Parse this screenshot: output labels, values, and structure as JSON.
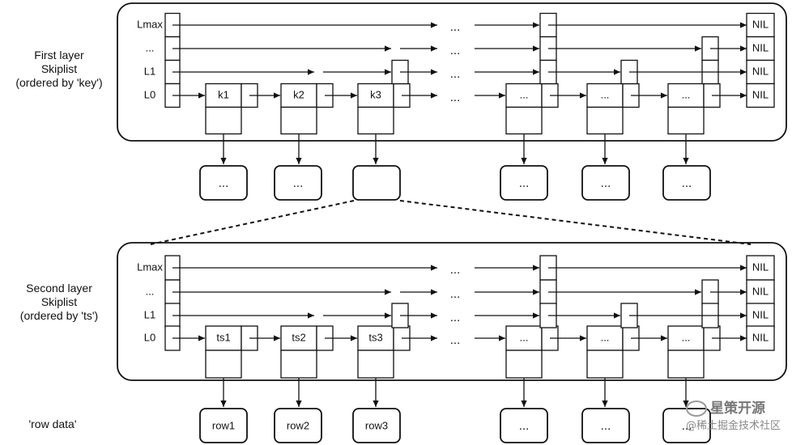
{
  "layers": [
    {
      "id": "first",
      "label_lines": [
        "First layer",
        "Skiplist",
        "(ordered by 'key')"
      ],
      "level_labels": [
        "Lmax",
        "...",
        "L1",
        "L0"
      ],
      "node_keys": [
        "k1",
        "k2",
        "k3",
        "...",
        "...",
        "..."
      ],
      "nil_label": "NIL",
      "gap_label": "...",
      "targets": [
        "...",
        "...",
        "",
        "...",
        "...",
        "..."
      ]
    },
    {
      "id": "second",
      "label_lines": [
        "Second layer",
        "Skiplist",
        "(ordered by 'ts')"
      ],
      "level_labels": [
        "Lmax",
        "...",
        "L1",
        "L0"
      ],
      "node_keys": [
        "ts1",
        "ts2",
        "ts3",
        "...",
        "...",
        "..."
      ],
      "nil_label": "NIL",
      "gap_label": "...",
      "targets": [
        "row1",
        "row2",
        "row3",
        "...",
        "...",
        "..."
      ]
    }
  ],
  "row_data_label": "'row data'",
  "watermark": {
    "line1": "星策开源",
    "line2": "@稀土掘金技术社区"
  }
}
